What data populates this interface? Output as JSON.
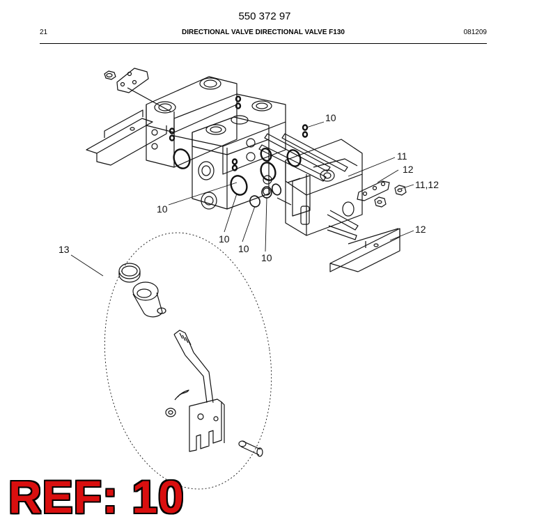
{
  "header": {
    "part_number": "550 372 97",
    "page": "21",
    "title": "DIRECTIONAL VALVE DIRECTIONAL VALVE F130",
    "date_code": "081209"
  },
  "callouts": [
    "10",
    "11",
    "12",
    "11,12",
    "12",
    "10",
    "10",
    "10",
    "10",
    "13"
  ],
  "ref_label": "REF: 10"
}
